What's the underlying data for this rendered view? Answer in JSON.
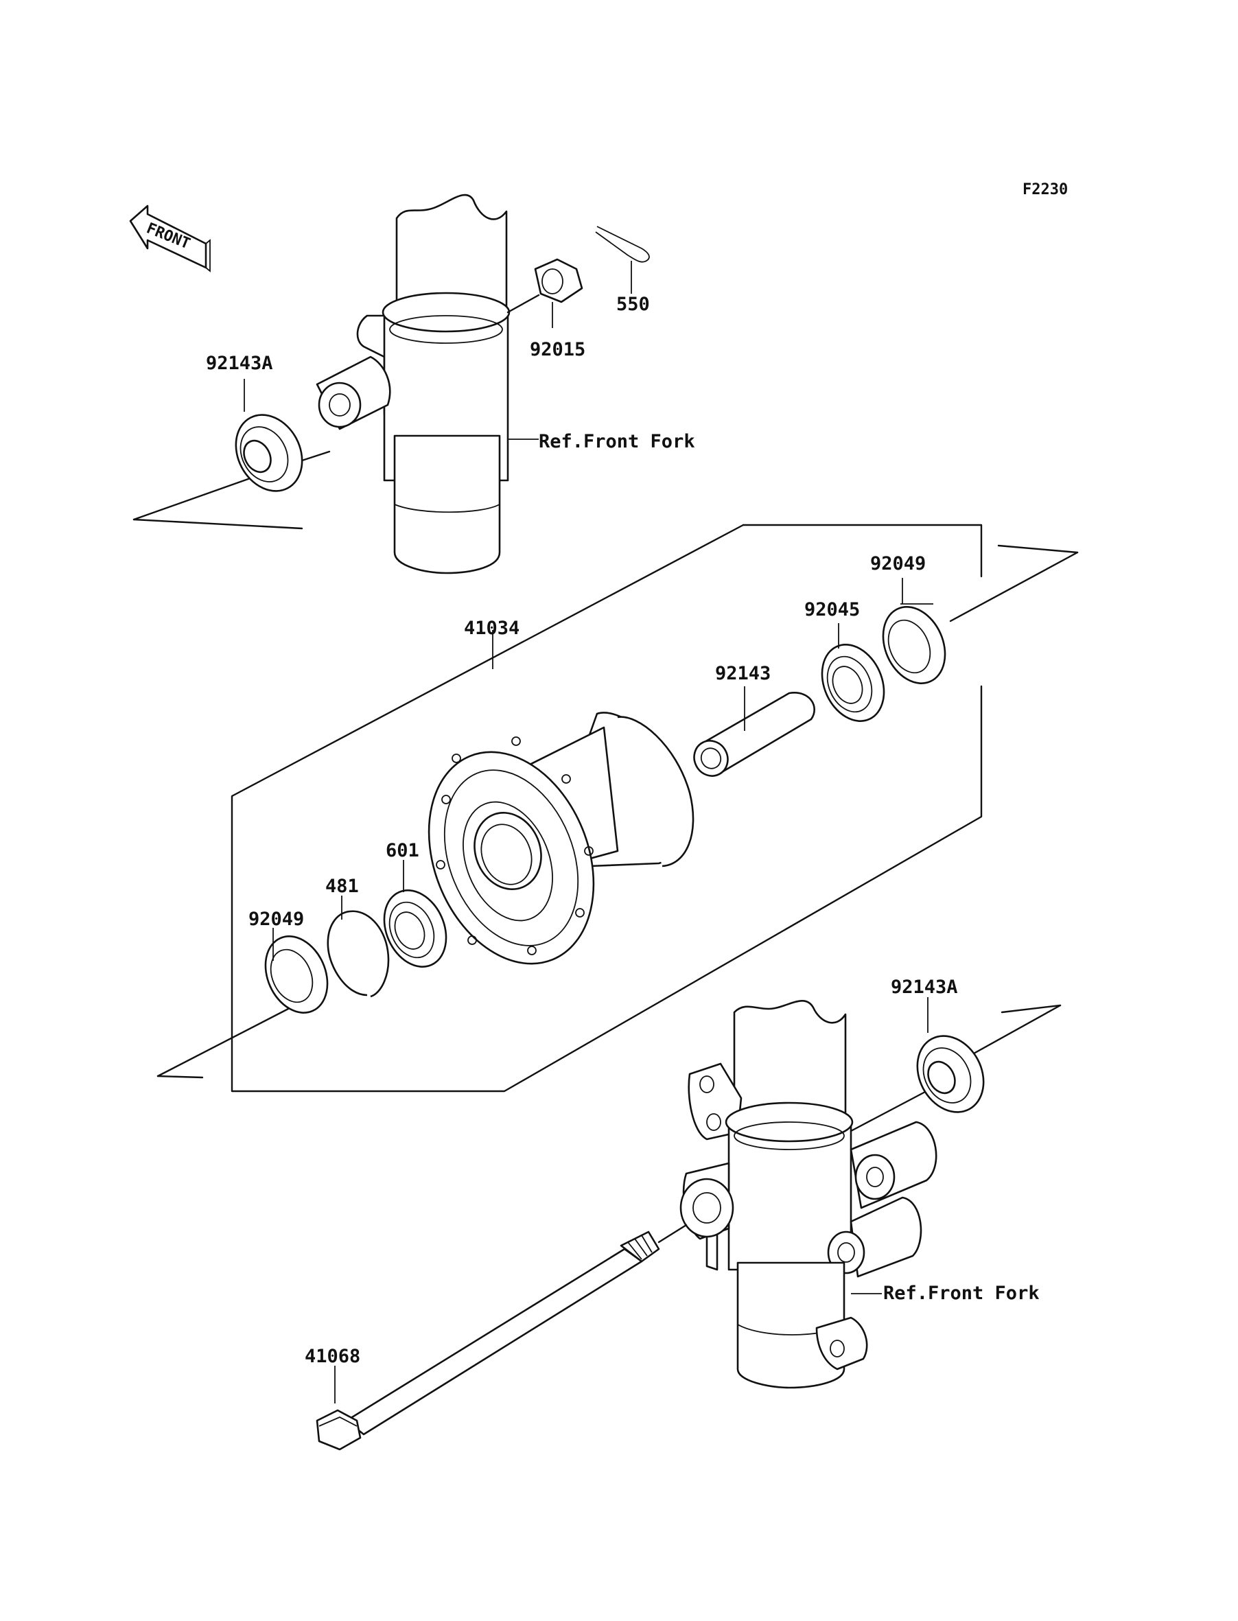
{
  "diagram_code": "F2230",
  "front_indicator": "FRONT",
  "labels": {
    "p550": "550",
    "p92015": "92015",
    "p92143A_top": "92143A",
    "ref_fork_top": "Ref.Front Fork",
    "p92049_right": "92049",
    "p92045": "92045",
    "p41034": "41034",
    "p92143": "92143",
    "p601": "601",
    "p481": "481",
    "p92049_left": "92049",
    "p92143A_bottom": "92143A",
    "ref_fork_bottom": "Ref.Front Fork",
    "p41068": "41068"
  }
}
